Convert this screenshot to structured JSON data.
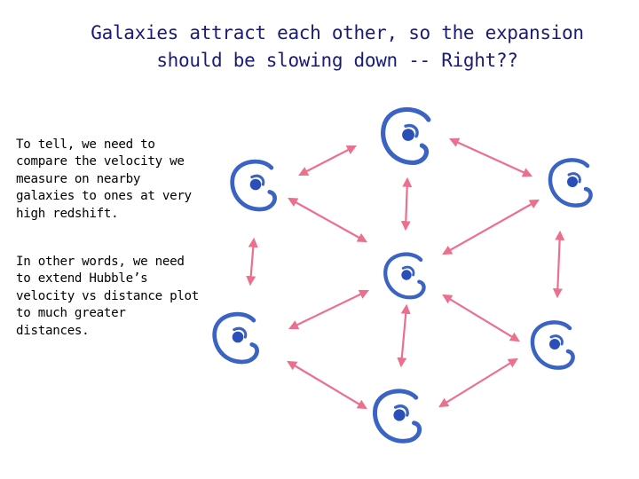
{
  "title": {
    "line1": "Galaxies attract each other, so the expansion",
    "line2": "should be slowing down -- Right??"
  },
  "paragraphs": [
    "To tell, we need to compare the velocity we measure on nearby galaxies to ones at very high redshift.",
    "In other words, we need to extend Hubble’s velocity vs distance plot to much greater distances."
  ],
  "colors": {
    "title": "#1a1a78",
    "galaxy": "#3a63c4",
    "galaxy_core": "#2b4fb8",
    "arrow": "#ec6f8e"
  },
  "diagram": {
    "galaxy_count": 7,
    "galaxy_icon": "spiral-galaxy-icon",
    "arrow_icon": "double-headed-arrow-icon"
  }
}
